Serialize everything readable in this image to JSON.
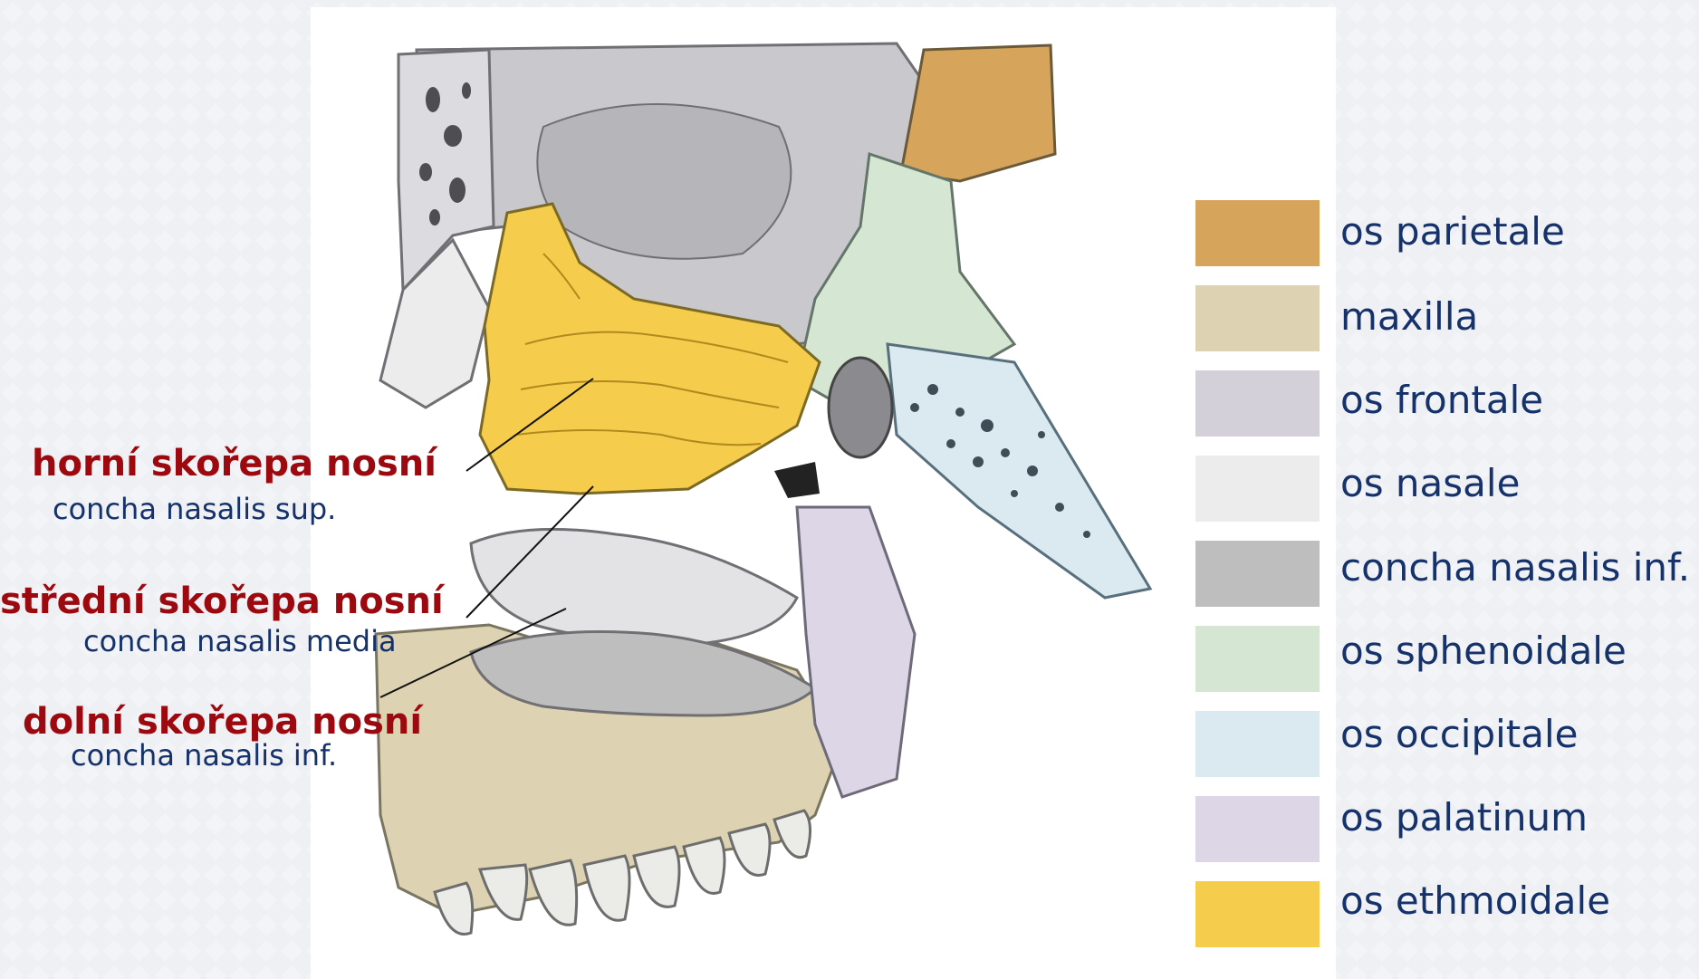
{
  "callouts": [
    {
      "title": "horní skořepa nosní",
      "subtitle": "concha nasalis sup."
    },
    {
      "title": "střední skořepa nosní",
      "subtitle": "concha nasalis media"
    },
    {
      "title": "dolní skořepa nosní",
      "subtitle": "concha nasalis inf."
    }
  ],
  "legend": [
    {
      "label": "os parietale",
      "color": "#d7a45c"
    },
    {
      "label": "maxilla",
      "color": "#ddd3b2"
    },
    {
      "label": "os frontale",
      "color": "#d3d0da"
    },
    {
      "label": "os nasale",
      "color": "#ececec"
    },
    {
      "label": "concha nasalis inf.",
      "color": "#bebebe"
    },
    {
      "label": "os sphenoidale",
      "color": "#d5e6d2"
    },
    {
      "label": "os occipitale",
      "color": "#dbe9f1"
    },
    {
      "label": "os palatinum",
      "color": "#dcd6e6"
    },
    {
      "label": "os ethmoidale",
      "color": "#f6cc4c"
    }
  ],
  "colors": {
    "callout_title": "#9c0a0f",
    "callout_subtitle": "#15326b",
    "legend_text": "#15326b"
  }
}
